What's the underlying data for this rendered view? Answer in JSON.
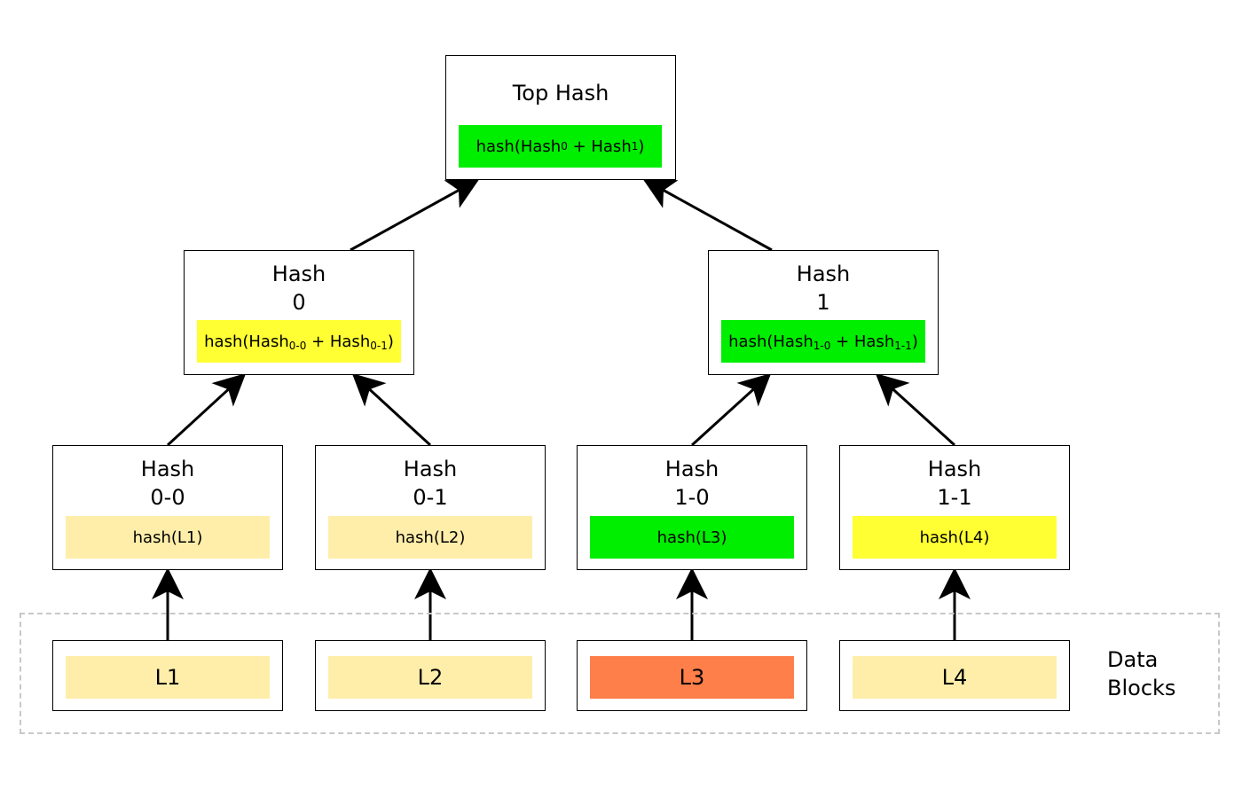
{
  "colors": {
    "green": "#00ee00",
    "yellow": "#ffff33",
    "pale": "#ffeeaa",
    "orange": "#ff7f4a"
  },
  "top": {
    "title": "Top Hash",
    "formula": {
      "prefix": "hash(Hash",
      "sub_a": "0",
      "mid": " + Hash",
      "sub_b": "1",
      "suffix": ")"
    },
    "fill": "green"
  },
  "hash0": {
    "title_line1": "Hash",
    "title_line2": "0",
    "formula": {
      "prefix": "hash(Hash",
      "sub_a": "0-0",
      "mid": " + Hash",
      "sub_b": "0-1",
      "suffix": ")"
    },
    "fill": "yellow"
  },
  "hash1": {
    "title_line1": "Hash",
    "title_line2": "1",
    "formula": {
      "prefix": "hash(Hash",
      "sub_a": "1-0",
      "mid": " + Hash",
      "sub_b": "1-1",
      "suffix": ")"
    },
    "fill": "green"
  },
  "leaf_hashes": [
    {
      "title_line1": "Hash",
      "title_line2": "0-0",
      "formula": "hash(L1)",
      "fill": "pale"
    },
    {
      "title_line1": "Hash",
      "title_line2": "0-1",
      "formula": "hash(L2)",
      "fill": "pale"
    },
    {
      "title_line1": "Hash",
      "title_line2": "1-0",
      "formula": "hash(L3)",
      "fill": "green"
    },
    {
      "title_line1": "Hash",
      "title_line2": "1-1",
      "formula": "hash(L4)",
      "fill": "yellow"
    }
  ],
  "data_blocks": [
    {
      "label": "L1",
      "fill": "pale"
    },
    {
      "label": "L2",
      "fill": "pale"
    },
    {
      "label": "L3",
      "fill": "orange"
    },
    {
      "label": "L4",
      "fill": "pale"
    }
  ],
  "data_region": {
    "label_line1": "Data",
    "label_line2": "Blocks"
  }
}
